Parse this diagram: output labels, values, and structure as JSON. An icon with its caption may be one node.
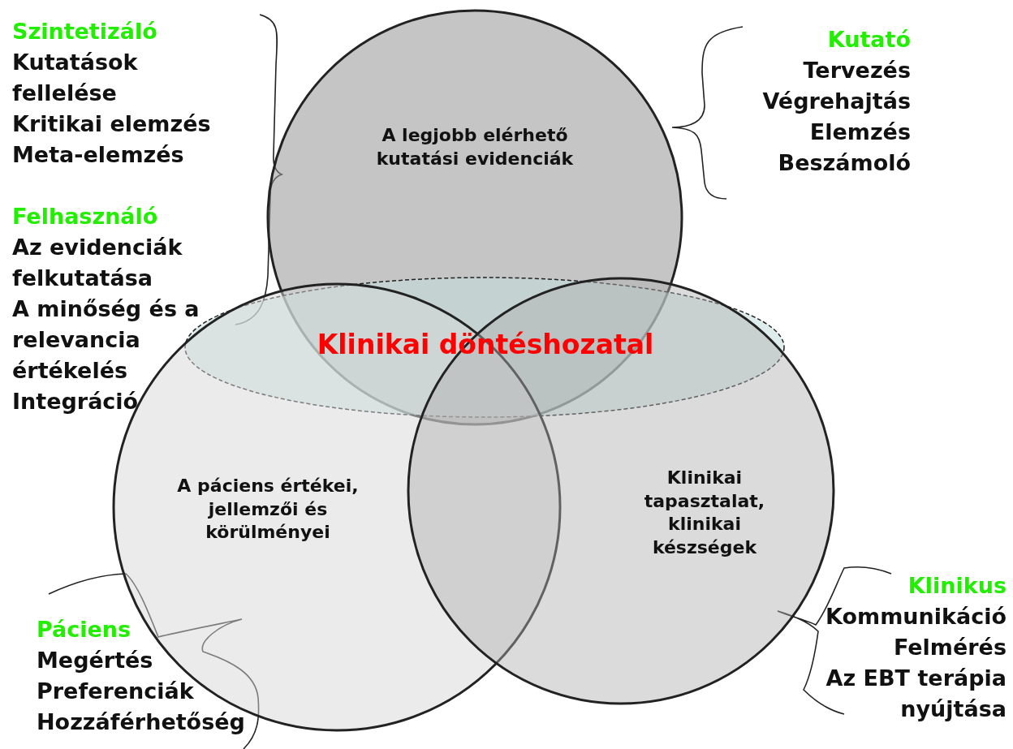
{
  "diagram": {
    "nodes": [
      {
        "text": [
          "A legjobb elérhető kutatási evidenciák"
        ]
      },
      {
        "text": [
          "Klinikai döntéshozatal"
        ]
      },
      {
        "text": [
          "A páciens értékei, jellemzői és körülményei"
        ]
      },
      {
        "text": [
          "Klinikai tapasztalat, klinikai készségek"
        ]
      }
    ],
    "labels": [
      "Szintetizáló",
      "Kutatások fellelése",
      "Kritikai elemzés",
      "Meta-elemzés",
      "Felhasználó",
      "Az evidenciák felkutatása",
      "A minőség és a relevancia értékelés",
      "Integráció",
      "Kutató",
      "Tervezés",
      "Végrehajtás",
      "Elemzés",
      "Beszámoló",
      "Páciens",
      "Megértés",
      "Preferenciák",
      "Hozzáférhetőség",
      "Klinikus",
      "Kommunikáció",
      "Felmérés",
      "Az EBT terápia nyújtása"
    ]
  }
}
